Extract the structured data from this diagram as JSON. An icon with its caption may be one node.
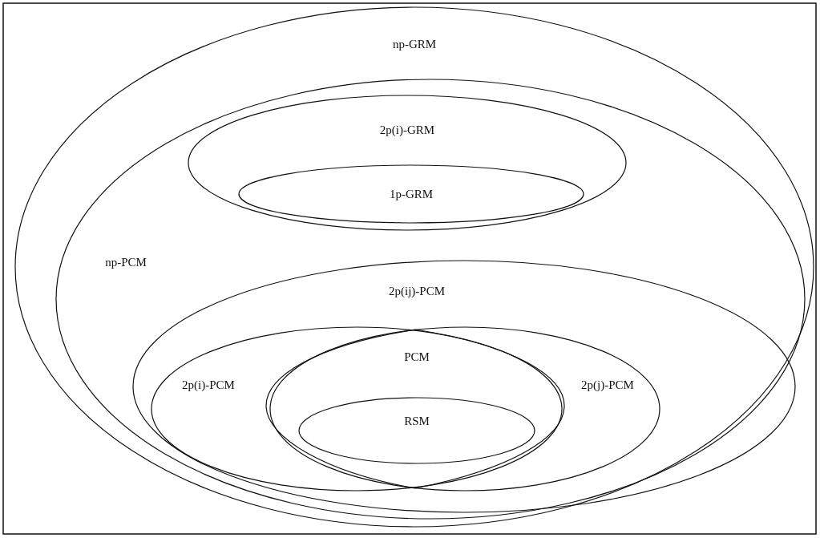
{
  "diagram": {
    "nodes": [
      {
        "text": [
          "np-GRM"
        ]
      },
      {
        "text": [
          "np-PCM"
        ],
        "in": 0
      },
      {
        "text": [
          "2p(i)-GRM"
        ],
        "in": 1
      },
      {
        "text": [
          "1p-GRM"
        ],
        "in": 2
      },
      {
        "text": [
          "2p(ij)-PCM"
        ],
        "in": 1
      },
      {
        "text": [
          "2p(i)-PCM"
        ],
        "in": 4
      },
      {
        "text": [
          "2p(j)-PCM"
        ],
        "in": 4
      },
      {
        "text": [
          "PCM"
        ]
      },
      {
        "text": [
          "RSM"
        ],
        "in": 7
      }
    ]
  }
}
